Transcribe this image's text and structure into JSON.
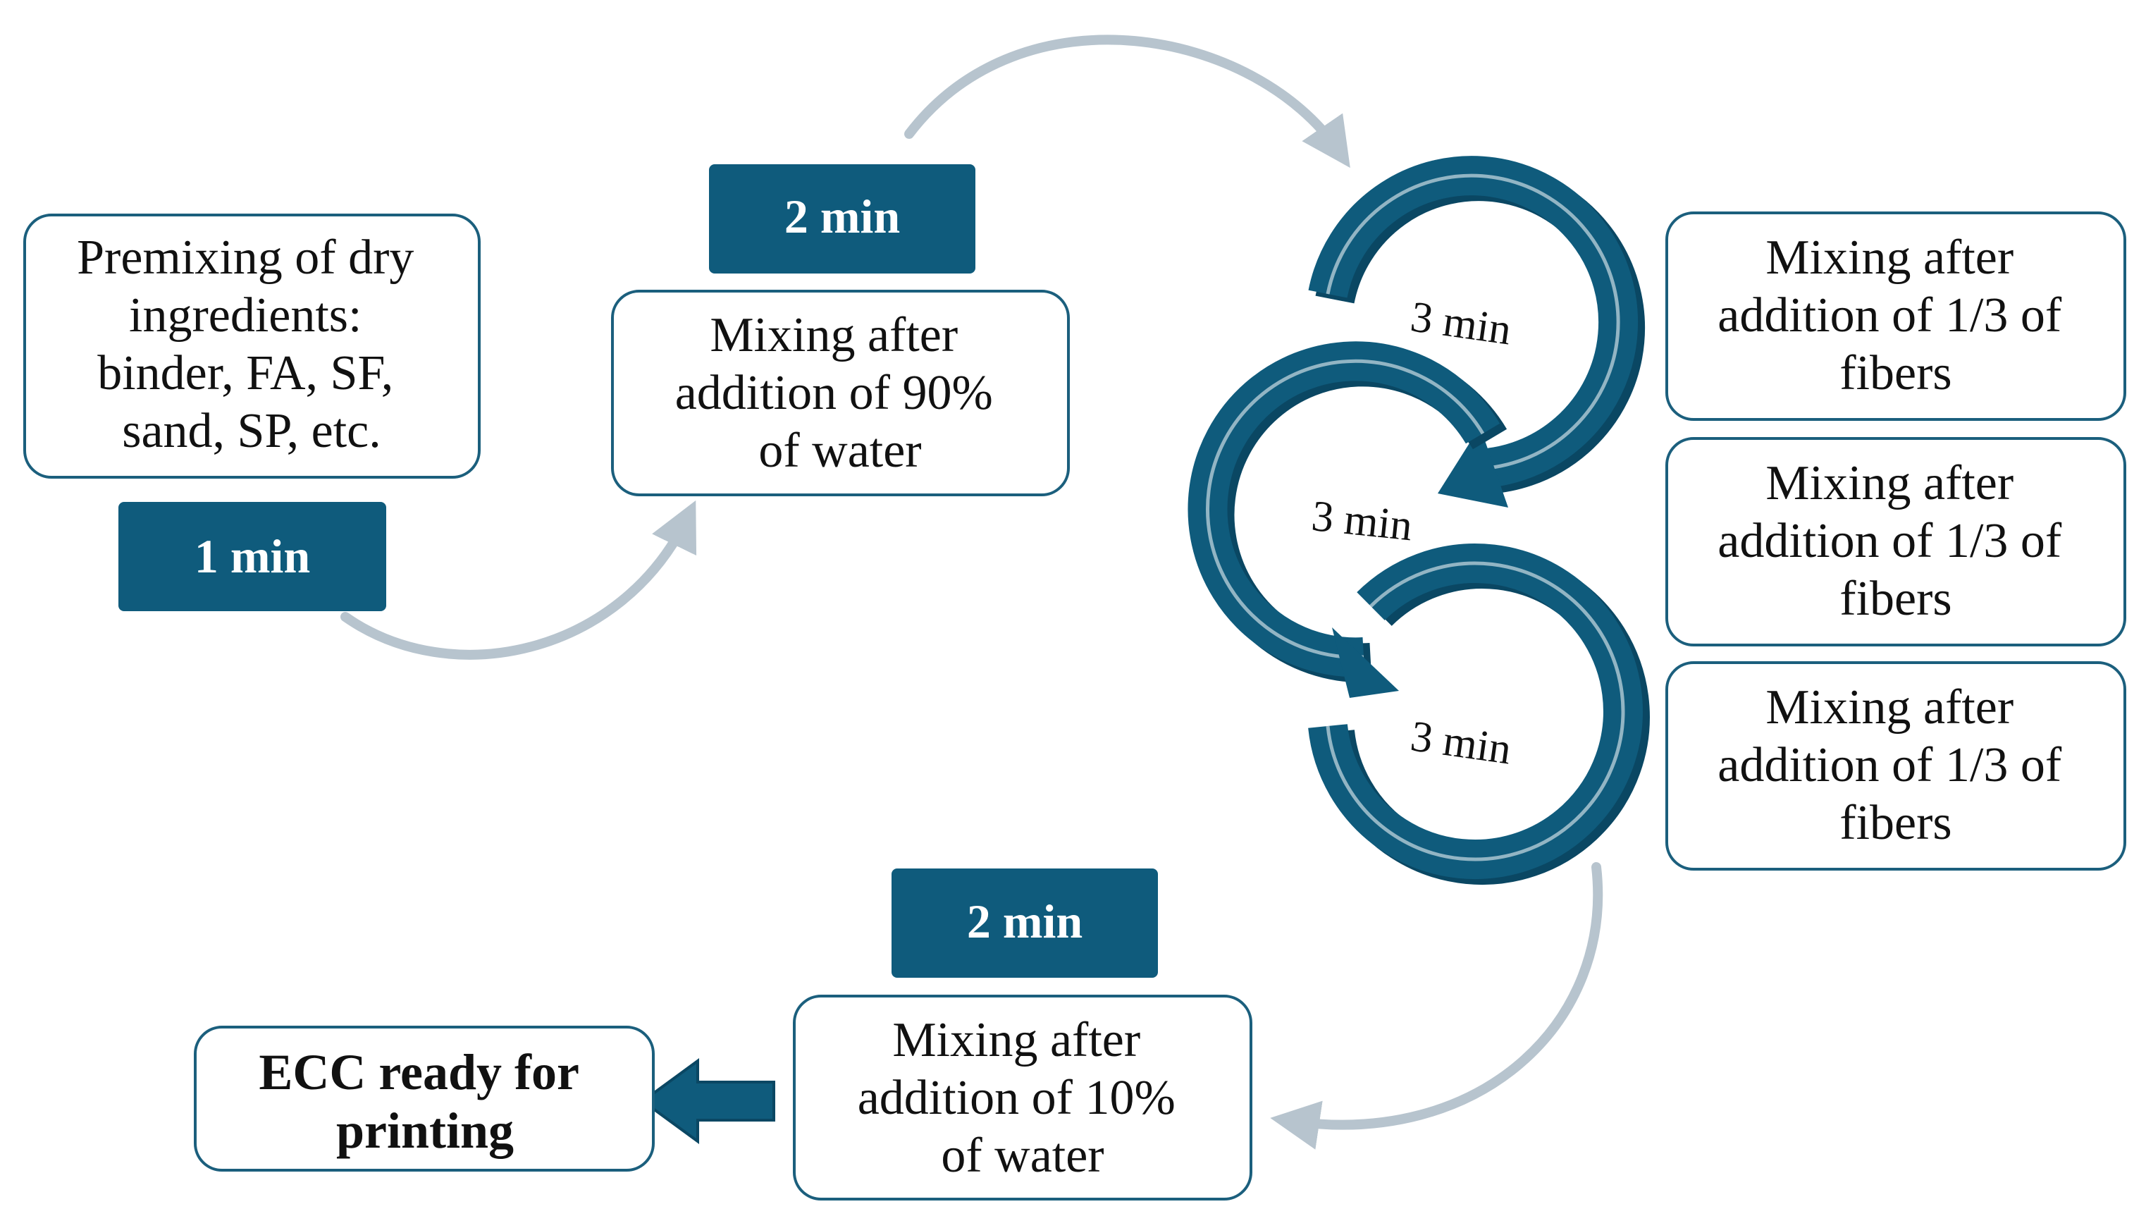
{
  "colors": {
    "teal": "#0f5b7c",
    "teal_dark": "#0a4763",
    "teal_border": "#1b5f7d",
    "connector": "#b7c4ce",
    "text": "#111111",
    "tag_text": "#ffffff"
  },
  "steps": {
    "premix": {
      "lines": [
        "Premixing of dry",
        "ingredients:",
        "binder, FA, SF,",
        "sand, SP, etc."
      ],
      "duration": "1 min"
    },
    "water90": {
      "lines": [
        "Mixing after",
        "addition of 90%",
        "of water"
      ],
      "duration": "2 min"
    },
    "fibers": [
      {
        "lines": [
          "Mixing after",
          "addition of 1/3 of",
          "fibers"
        ],
        "duration": "3 min"
      },
      {
        "lines": [
          "Mixing after",
          "addition of 1/3 of",
          "fibers"
        ],
        "duration": "3 min"
      },
      {
        "lines": [
          "Mixing after",
          "addition of 1/3 of",
          "fibers"
        ],
        "duration": "3 min"
      }
    ],
    "water10": {
      "lines": [
        "Mixing after",
        "addition of 10%",
        "of water"
      ],
      "duration": "2 min"
    },
    "ready": {
      "lines": [
        "ECC ready for",
        "printing"
      ]
    }
  }
}
